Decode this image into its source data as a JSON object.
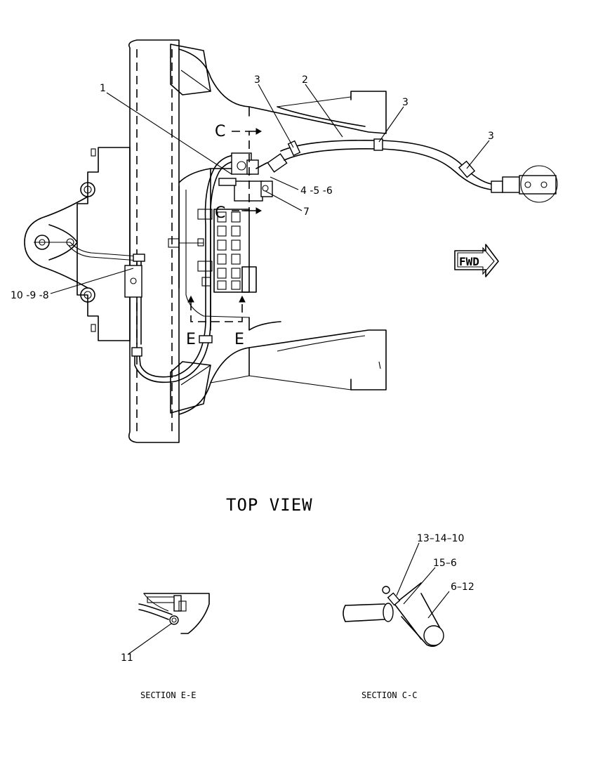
{
  "view_title": "TOP VIEW",
  "fwd_label": "FWD",
  "callouts": {
    "c1": "1",
    "c2": "2",
    "c3a": "3",
    "c3b": "3",
    "c3c": "3",
    "c456": "4 -5 -6",
    "c7": "7",
    "c1098": "10 -9 -8",
    "c11": "11",
    "c131410": "13–14–10",
    "c156": "15–6",
    "c612": "6–12"
  },
  "section_markers": {
    "c_top": "C",
    "c_bottom": "C",
    "e_left": "E",
    "e_right": "E"
  },
  "sections": {
    "e_e": "SECTION E-E",
    "c_c": "SECTION C-C"
  }
}
